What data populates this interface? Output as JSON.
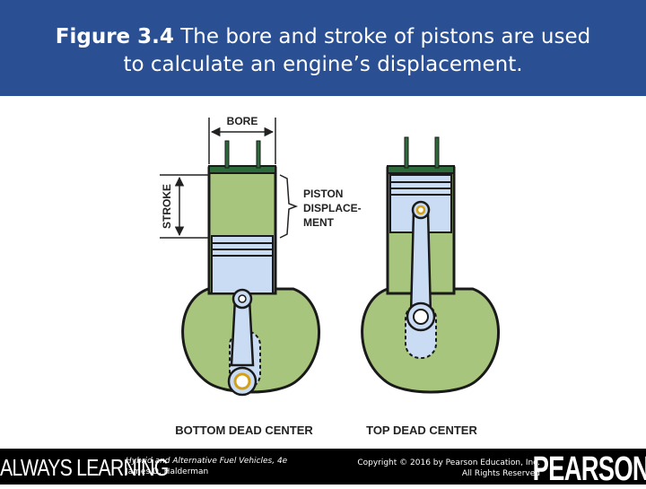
{
  "slide": {
    "figure_label": "Figure 3.4",
    "title_line1_rest": "The bore and stroke of pistons are used",
    "title_line2": "to calculate an engine’s displacement."
  },
  "diagram": {
    "bore_label": "BORE",
    "stroke_label": "STROKE",
    "displacement_label": [
      "PISTON",
      "DISPLACE-",
      "MENT"
    ],
    "bdc_caption": "BOTTOM DEAD CENTER",
    "tdc_caption": "TOP DEAD CENTER"
  },
  "footer": {
    "brand_left": "ALWAYS LEARNING",
    "book_title": "Hybrid and Alternative Fuel Vehicles, 4e",
    "book_author": "James D. Halderman",
    "copyright_line1": "Copyright © 2016 by Pearson Education, Inc.",
    "copyright_line2": "All Rights Reserved",
    "brand_right": "PEARSON"
  },
  "colors": {
    "title_bar": "#2a5093",
    "crankcase_green": "#a8c57e",
    "piston_blue": "#c9dcf3",
    "footer": "#000000"
  }
}
